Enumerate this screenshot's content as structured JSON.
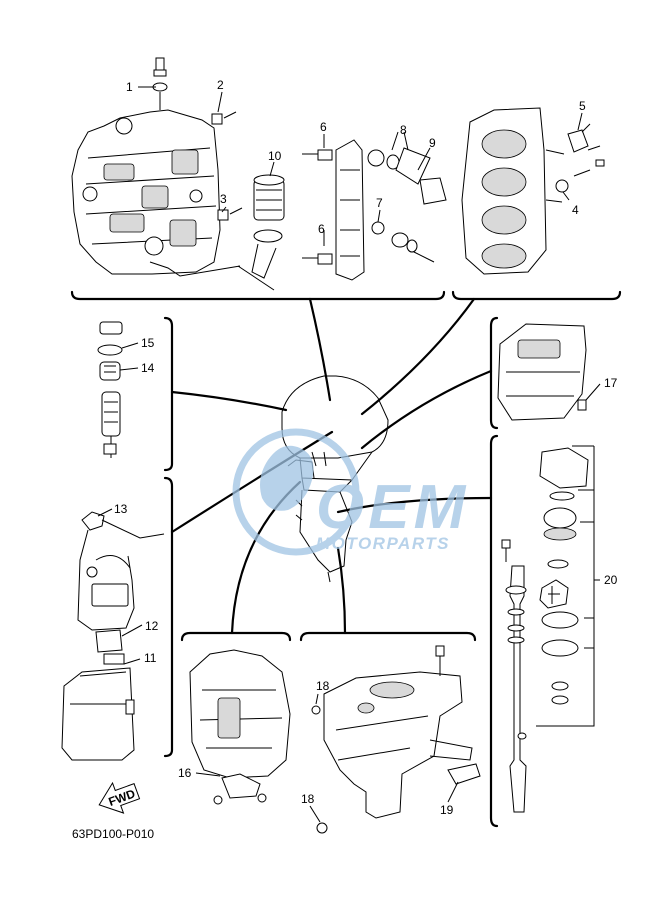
{
  "diagram_code": "63PD100-P010",
  "fwd_label": "FWD",
  "watermark": {
    "brand": "OEM",
    "sub": "MOTORPARTS",
    "color": "#9fc3e3"
  },
  "callouts": [
    "1",
    "2",
    "3",
    "4",
    "5",
    "6",
    "6",
    "7",
    "8",
    "9",
    "10",
    "11",
    "12",
    "13",
    "14",
    "15",
    "16",
    "17",
    "18",
    "18",
    "19",
    "20"
  ]
}
